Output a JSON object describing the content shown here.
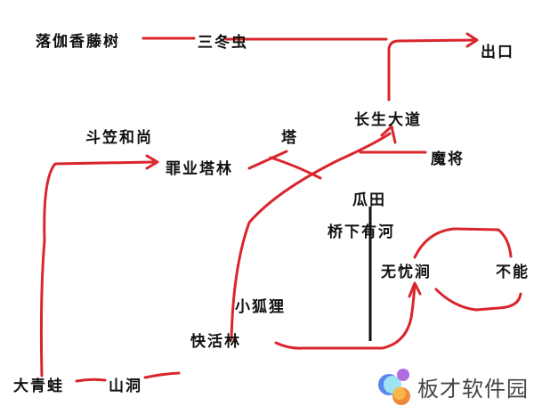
{
  "diagram": {
    "nodes": [
      {
        "id": "luojia",
        "label": "落伽香藤树"
      },
      {
        "id": "sandong",
        "label": "三冬虫"
      },
      {
        "id": "exit",
        "label": "出口"
      },
      {
        "id": "changsheng",
        "label": "长生大道"
      },
      {
        "id": "doulī",
        "label": "斗笠和尚"
      },
      {
        "id": "ta",
        "label": "塔"
      },
      {
        "id": "zuiye",
        "label": "罪业塔林"
      },
      {
        "id": "mojiang",
        "label": "魔将"
      },
      {
        "id": "guatian",
        "label": "瓜田"
      },
      {
        "id": "qiaoxia",
        "label": "桥下有河"
      },
      {
        "id": "wuyou",
        "label": "无忧涧"
      },
      {
        "id": "buneng",
        "label": "不能"
      },
      {
        "id": "xiaohuli",
        "label": "小狐狸"
      },
      {
        "id": "kuaihuo",
        "label": "快活林"
      },
      {
        "id": "daqingwa",
        "label": "大青蛙"
      },
      {
        "id": "shandong",
        "label": "山洞"
      }
    ],
    "line_color": "#d9262c",
    "divider_color": "#111111"
  },
  "watermark": {
    "text": "板才软件园"
  }
}
